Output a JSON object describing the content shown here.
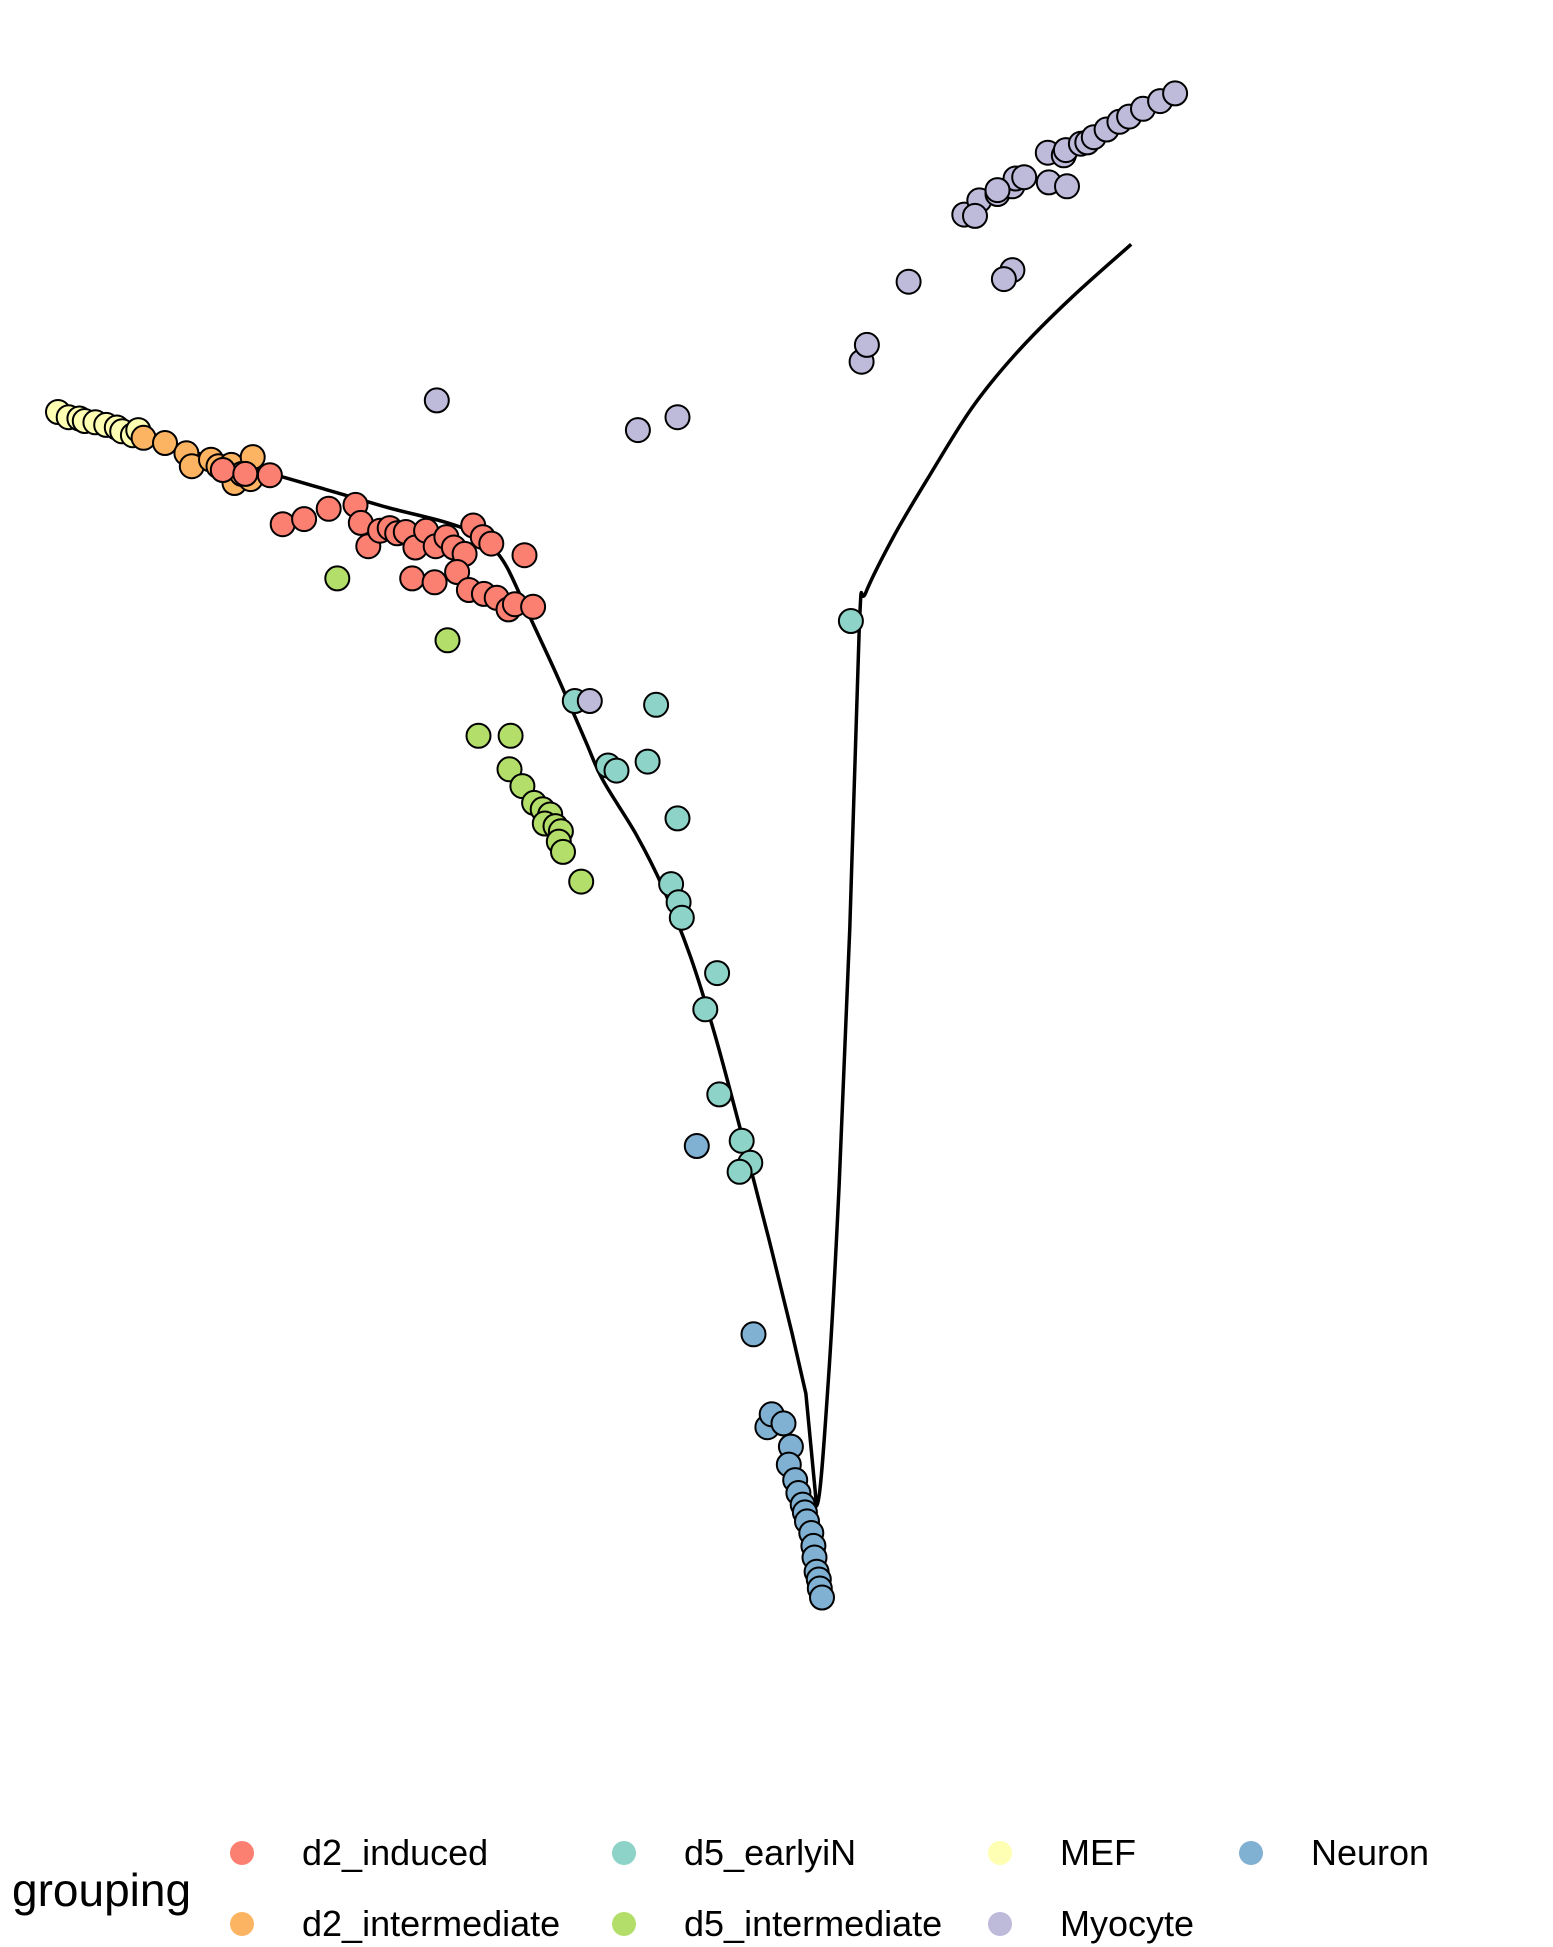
{
  "chart_data": {
    "type": "scatter",
    "title": "",
    "xlabel": "",
    "ylabel": "",
    "axes_visible": false,
    "grid": false,
    "xlim": [
      0,
      100
    ],
    "ylim": [
      0,
      100
    ],
    "legend": {
      "title": "grouping",
      "position": "bottom",
      "entries": [
        {
          "name": "d2_induced",
          "color": "#FB8072"
        },
        {
          "name": "d2_intermediate",
          "color": "#FDB462"
        },
        {
          "name": "d5_earlyiN",
          "color": "#8DD3C7"
        },
        {
          "name": "d5_intermediate",
          "color": "#B3DE69"
        },
        {
          "name": "MEF",
          "color": "#FFFFB3"
        },
        {
          "name": "Myocyte",
          "color": "#BEBADA"
        },
        {
          "name": "Neuron",
          "color": "#80B1D3"
        }
      ]
    },
    "series": [
      {
        "name": "MEF",
        "color": "#FFFFB3",
        "points": [
          [
            0,
            100
          ],
          [
            1,
            99.6
          ],
          [
            2,
            99.5
          ],
          [
            2.5,
            99.3
          ],
          [
            3.5,
            99.2
          ],
          [
            4.5,
            99
          ],
          [
            5.5,
            98.8
          ],
          [
            6,
            98.5
          ],
          [
            7,
            98.2
          ],
          [
            7.5,
            98.6
          ]
        ]
      },
      {
        "name": "d2_intermediate",
        "color": "#FDB462",
        "points": [
          [
            8,
            98
          ],
          [
            10,
            97.6
          ],
          [
            12,
            96.8
          ],
          [
            12.5,
            95.8
          ],
          [
            14.3,
            96.3
          ],
          [
            15,
            95.8
          ],
          [
            16.2,
            95.9
          ],
          [
            16.5,
            94.5
          ],
          [
            17.2,
            95.2
          ],
          [
            18,
            94.8
          ],
          [
            18.2,
            96.5
          ]
        ]
      },
      {
        "name": "d2_induced",
        "color": "#FB8072",
        "points": [
          [
            15.4,
            95.5
          ],
          [
            17.5,
            95.2
          ],
          [
            19.8,
            95.1
          ],
          [
            21,
            91.3
          ],
          [
            23,
            91.7
          ],
          [
            25.3,
            92.5
          ],
          [
            27.8,
            92.8
          ],
          [
            28.3,
            91.4
          ],
          [
            29,
            89.6
          ],
          [
            30.1,
            90.8
          ],
          [
            31,
            91
          ],
          [
            31.7,
            90.6
          ],
          [
            32.5,
            90.7
          ],
          [
            33.4,
            89.5
          ],
          [
            34.4,
            90.8
          ],
          [
            35.3,
            89.6
          ],
          [
            36.3,
            90.3
          ],
          [
            37,
            89.5
          ],
          [
            38,
            89
          ],
          [
            38.8,
            91.2
          ],
          [
            39.7,
            90.3
          ],
          [
            40.5,
            89.8
          ],
          [
            33.1,
            87.1
          ],
          [
            35.2,
            86.8
          ],
          [
            37.3,
            87.6
          ],
          [
            38.4,
            86.2
          ],
          [
            39.8,
            85.9
          ],
          [
            41,
            85.6
          ],
          [
            42.1,
            84.7
          ],
          [
            43.6,
            88.9
          ],
          [
            42.7,
            85.1
          ],
          [
            44.4,
            84.9
          ]
        ]
      },
      {
        "name": "d5_intermediate",
        "color": "#B3DE69",
        "points": [
          [
            26.1,
            87.1
          ],
          [
            36.4,
            82.3
          ],
          [
            39.3,
            74.9
          ],
          [
            42.3,
            74.9
          ],
          [
            42.2,
            72.3
          ],
          [
            43.4,
            71
          ],
          [
            44.5,
            69.7
          ],
          [
            45.3,
            69.2
          ],
          [
            46,
            68.8
          ],
          [
            45.5,
            68.1
          ],
          [
            46.5,
            67.9
          ],
          [
            47,
            67.5
          ],
          [
            46.8,
            66.7
          ],
          [
            47.2,
            65.9
          ],
          [
            48.9,
            63.6
          ]
        ]
      },
      {
        "name": "d5_earlyiN",
        "color": "#8DD3C7",
        "points": [
          [
            48.3,
            77.6
          ],
          [
            55.9,
            77.3
          ],
          [
            51.4,
            72.6
          ],
          [
            52.2,
            72.2
          ],
          [
            55.1,
            72.9
          ],
          [
            57.9,
            68.5
          ],
          [
            57.3,
            63.4
          ],
          [
            58,
            62
          ],
          [
            58.3,
            60.8
          ],
          [
            61.6,
            56.5
          ],
          [
            60.5,
            53.7
          ],
          [
            61.8,
            47.1
          ],
          [
            63.9,
            43.5
          ],
          [
            64.7,
            41.8
          ],
          [
            63.7,
            41.1
          ],
          [
            74.1,
            83.8
          ]
        ]
      },
      {
        "name": "Myocyte",
        "color": "#BEBADA",
        "points": [
          [
            35.4,
            100.9
          ],
          [
            54.2,
            98.6
          ],
          [
            57.9,
            99.6
          ],
          [
            49.7,
            77.6
          ],
          [
            75.1,
            103.9
          ],
          [
            75.6,
            105.2
          ],
          [
            79.5,
            110.1
          ],
          [
            84.7,
            115.3
          ],
          [
            86.1,
            116.4
          ],
          [
            85.7,
            115.2
          ],
          [
            87.8,
            116.9
          ],
          [
            89.2,
            117.5
          ],
          [
            89.5,
            118.1
          ],
          [
            90.3,
            118.2
          ],
          [
            92.5,
            120.1
          ],
          [
            94,
            119.9
          ],
          [
            94.2,
            120.3
          ],
          [
            95.6,
            120.8
          ],
          [
            96.2,
            120.9
          ],
          [
            96.8,
            121.3
          ],
          [
            98,
            121.9
          ],
          [
            99.2,
            122.5
          ],
          [
            100.1,
            122.9
          ],
          [
            101.4,
            123.5
          ],
          [
            103,
            124.1
          ],
          [
            104.4,
            124.7
          ],
          [
            92.6,
            117.8
          ],
          [
            94.3,
            117.5
          ],
          [
            87.8,
            117.2
          ],
          [
            89.2,
            111
          ],
          [
            88.4,
            110.3
          ]
        ]
      },
      {
        "name": "Neuron",
        "color": "#80B1D3",
        "points": [
          [
            59.7,
            43.1
          ],
          [
            65,
            28.5
          ],
          [
            66.3,
            21.3
          ],
          [
            66.7,
            22.3
          ],
          [
            67.8,
            21.6
          ],
          [
            68.5,
            19.8
          ],
          [
            68.3,
            18.4
          ],
          [
            68.9,
            17.2
          ],
          [
            69.2,
            16.2
          ],
          [
            69.6,
            15.3
          ],
          [
            69.8,
            14.7
          ],
          [
            70,
            14
          ],
          [
            70.4,
            13.1
          ],
          [
            70.6,
            12.1
          ],
          [
            70.7,
            11.2
          ],
          [
            70.9,
            10.1
          ],
          [
            71.1,
            9.5
          ],
          [
            71.2,
            8.8
          ],
          [
            71.4,
            8.1
          ]
        ]
      }
    ],
    "trajectory": [
      [
        2.8,
        98.8
      ],
      [
        14,
        96.6
      ],
      [
        25,
        94
      ],
      [
        30.8,
        92.6
      ],
      [
        36,
        91.5
      ],
      [
        39,
        90.6
      ],
      [
        40.5,
        89.6
      ],
      [
        42,
        87.9
      ],
      [
        44,
        84.3
      ],
      [
        46.4,
        80
      ],
      [
        49.2,
        74.7
      ],
      [
        50.9,
        71.5
      ],
      [
        54,
        67.3
      ],
      [
        56.5,
        63.2
      ],
      [
        59.1,
        57.8
      ],
      [
        61.4,
        51.7
      ],
      [
        63.8,
        44.3
      ],
      [
        66.4,
        36
      ],
      [
        68.6,
        28.6
      ],
      [
        69.9,
        23.9
      ],
      [
        70.9,
        15.2
      ],
      [
        72,
        25
      ],
      [
        73,
        40
      ],
      [
        74,
        60
      ],
      [
        74.9,
        83.6
      ],
      [
        75.5,
        86
      ],
      [
        78.2,
        90.5
      ],
      [
        81.4,
        95
      ],
      [
        85.4,
        100.3
      ],
      [
        89.5,
        104.5
      ],
      [
        94.5,
        108.7
      ],
      [
        100.3,
        113
      ]
    ]
  }
}
